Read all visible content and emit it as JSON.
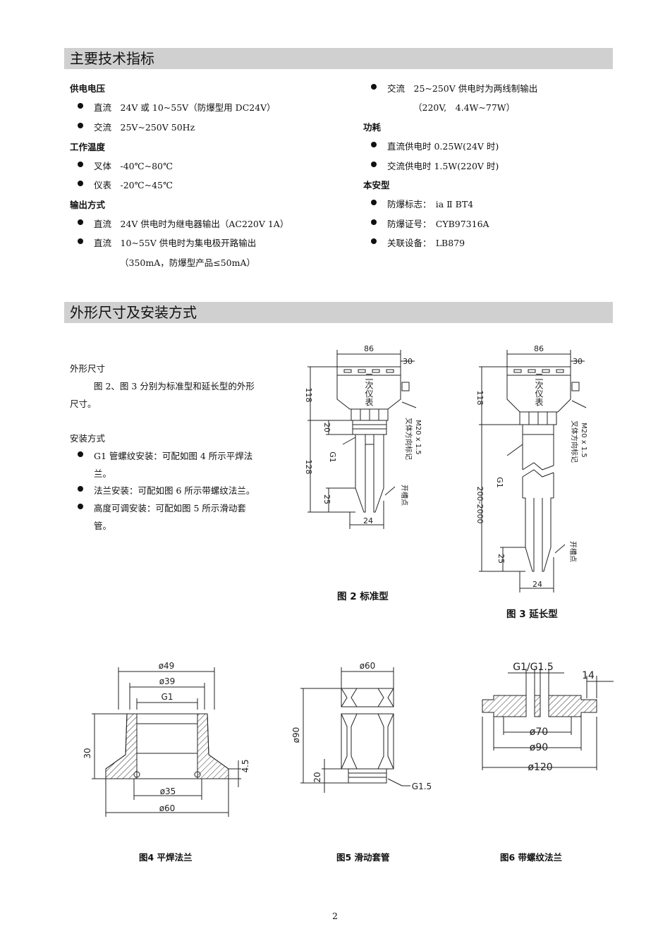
{
  "section1": {
    "title": "主要技术指标",
    "left": {
      "power_supply": {
        "heading": "供电电压",
        "items": [
          "直流　24V 或 10~55V（防爆型用 DC24V）",
          "交流　25V~250V 50Hz"
        ]
      },
      "temperature": {
        "heading": "工作温度",
        "items": [
          "叉体　-40℃~80℃",
          "仪表　-20℃~45℃"
        ]
      },
      "output": {
        "heading": "输出方式",
        "items": [
          "直流　24V 供电时为继电器输出（AC220V 1A）",
          "直流　10~55V 供电时为集电极开路输出"
        ],
        "note": "（350mA，防爆型产品≤50mA）"
      }
    },
    "right": {
      "output_ac": {
        "item": "交流　25~250V 供电时为两线制输出",
        "note": "（220V,　4.4W~77W）"
      },
      "power_consumption": {
        "heading": "功耗",
        "items": [
          "直流供电时 0.25W(24V 时)",
          "交流供电时 1.5W(220V 时)"
        ]
      },
      "intrinsic_safety": {
        "heading": "本安型",
        "items": [
          "防爆标志：　ia Ⅱ BT4",
          "防爆证号：　CYB97316A",
          "关联设备：　LB879"
        ]
      }
    }
  },
  "section2": {
    "title": "外形尺寸及安装方式",
    "dimensions": {
      "heading": "外形尺寸",
      "line1": "图 2、图 3 分别为标准型和延长型的外形",
      "line2": "尺寸。"
    },
    "installation": {
      "heading": "安装方式",
      "items": [
        {
          "line1": "G1 管螺纹安装：可配如图 4 所示平焊法",
          "line2": "兰。"
        },
        {
          "line1": "法兰安装：可配如图 6 所示带螺纹法兰。",
          "line2": ""
        },
        {
          "line1": "高度可调安装：可配如图 5 所示滑动套",
          "line2": "管。"
        }
      ]
    }
  },
  "figures": {
    "fig2": {
      "caption": "图 2  标准型",
      "labels": {
        "width": "86",
        "cable": "30",
        "height_head": "118",
        "neck": "20",
        "thread_label": "G1",
        "fork_len": "128",
        "tip": "25",
        "fork_w": "24",
        "thread_spec": "M20 x 1.5",
        "fork_mark": "叉体方向标记",
        "box_text": "二次仪表",
        "slot": "开槽点"
      }
    },
    "fig3": {
      "caption": "图 3  延长型",
      "labels": {
        "width": "86",
        "cable": "30",
        "height_head": "118",
        "thread_label": "G1",
        "ext_len": "200-2000",
        "tip": "25",
        "fork_w": "24",
        "thread_spec": "M20 x 1.5",
        "fork_mark": "叉体方向标记",
        "box_text": "二次仪表",
        "slot": "开槽点"
      }
    },
    "fig4": {
      "caption": "图4  平焊法兰",
      "labels": {
        "d49": "ø49",
        "d39": "ø39",
        "g1": "G1",
        "h30": "30",
        "h45": "4.5",
        "d35": "ø35",
        "d60": "ø60"
      }
    },
    "fig5": {
      "caption": "图5  滑动套管",
      "labels": {
        "d60": "ø60",
        "d90": "ø90",
        "h20": "20",
        "g15": "G1.5"
      }
    },
    "fig6": {
      "caption": "图6  带螺纹法兰",
      "labels": {
        "g": "G1/G1.5",
        "t14": "14",
        "d70": "ø70",
        "d90": "ø90",
        "d120": "ø120"
      }
    }
  },
  "page_number": "2"
}
